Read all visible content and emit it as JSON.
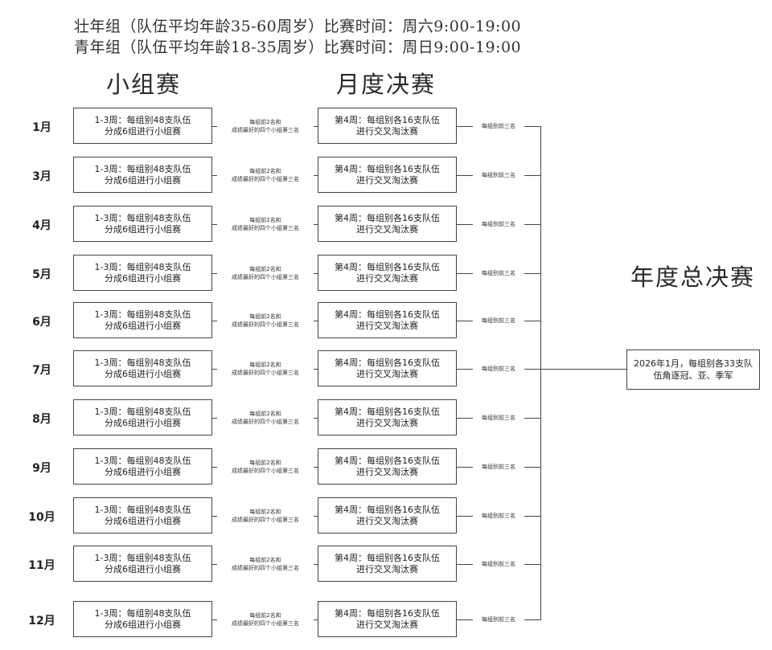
{
  "header": {
    "line1": "壮年组（队伍平均年龄35-60周岁）比赛时间：周六9:00-19:00",
    "line2": "青年组（队伍平均年龄18-35周岁）比赛时间：周日9:00-19:00"
  },
  "columns": {
    "group_stage": "小组赛",
    "monthly_final": "月度决赛",
    "annual_final": "年度总决赛"
  },
  "rows": [
    {
      "month": "1月",
      "group_line1": "1-3周：每组别48支队伍",
      "group_line2": "分成6组进行小组赛",
      "adv_line1": "每组前2名和",
      "adv_line2": "成绩最好的四个小组第三名",
      "final_line1": "第4周：每组别各16支队伍",
      "final_line2": "进行交叉淘汰赛",
      "right_label": "每组别前三名"
    },
    {
      "month": "3月",
      "group_line1": "1-3周：每组别48支队伍",
      "group_line2": "分成6组进行小组赛",
      "adv_line1": "每组前2名和",
      "adv_line2": "成绩最好的四个小组第三名",
      "final_line1": "第4周：每组别各16支队伍",
      "final_line2": "进行交叉淘汰赛",
      "right_label": "每组别前三名"
    },
    {
      "month": "4月",
      "group_line1": "1-3周：每组别48支队伍",
      "group_line2": "分成6组进行小组赛",
      "adv_line1": "每组前2名和",
      "adv_line2": "成绩最好的四个小组第三名",
      "final_line1": "第4周：每组别各16支队伍",
      "final_line2": "进行交叉淘汰赛",
      "right_label": "每组别前三名"
    },
    {
      "month": "5月",
      "group_line1": "1-3周：每组别48支队伍",
      "group_line2": "分成6组进行小组赛",
      "adv_line1": "每组前2名和",
      "adv_line2": "成绩最好的四个小组第三名",
      "final_line1": "第4周：每组别各16支队伍",
      "final_line2": "进行交叉淘汰赛",
      "right_label": "每组别前三名"
    },
    {
      "month": "6月",
      "group_line1": "1-3周：每组别48支队伍",
      "group_line2": "分成6组进行小组赛",
      "adv_line1": "每组前2名和",
      "adv_line2": "成绩最好的四个小组第三名",
      "final_line1": "第4周：每组别各16支队伍",
      "final_line2": "进行交叉淘汰赛",
      "right_label": "每组别前三名"
    },
    {
      "month": "7月",
      "group_line1": "1-3周：每组别48支队伍",
      "group_line2": "分成6组进行小组赛",
      "adv_line1": "每组前2名和",
      "adv_line2": "成绩最好的四个小组第三名",
      "final_line1": "第4周：每组别各16支队伍",
      "final_line2": "进行交叉淘汰赛",
      "right_label": "每组别前三名"
    },
    {
      "month": "8月",
      "group_line1": "1-3周：每组别48支队伍",
      "group_line2": "分成6组进行小组赛",
      "adv_line1": "每组前2名和",
      "adv_line2": "成绩最好的四个小组第三名",
      "final_line1": "第4周：每组别各16支队伍",
      "final_line2": "进行交叉淘汰赛",
      "right_label": "每组别前三名"
    },
    {
      "month": "9月",
      "group_line1": "1-3周：每组别48支队伍",
      "group_line2": "分成6组进行小组赛",
      "adv_line1": "每组前2名和",
      "adv_line2": "成绩最好的四个小组第三名",
      "final_line1": "第4周：每组别各16支队伍",
      "final_line2": "进行交叉淘汰赛",
      "right_label": "每组别前三名"
    },
    {
      "month": "10月",
      "group_line1": "1-3周：每组别48支队伍",
      "group_line2": "分成6组进行小组赛",
      "adv_line1": "每组前2名和",
      "adv_line2": "成绩最好的四个小组第三名",
      "final_line1": "第4周：每组别各16支队伍",
      "final_line2": "进行交叉淘汰赛",
      "right_label": "每组别前三名"
    },
    {
      "month": "11月",
      "group_line1": "1-3周：每组别48支队伍",
      "group_line2": "分成6组进行小组赛",
      "adv_line1": "每组前2名和",
      "adv_line2": "成绩最好的四个小组第三名",
      "final_line1": "第4周：每组别各16支队伍",
      "final_line2": "进行交叉淘汰赛",
      "right_label": "每组别前三名"
    },
    {
      "month": "12月",
      "group_line1": "1-3周：每组别48支队伍",
      "group_line2": "分成6组进行小组赛",
      "adv_line1": "每组前2名和",
      "adv_line2": "成绩最好的四个小组第三名",
      "final_line1": "第4周：每组别各16支队伍",
      "final_line2": "进行交叉淘汰赛",
      "right_label": "每组别前三名"
    }
  ],
  "final_box": {
    "text": "2026年1月，每组别各33支队伍角逐冠、亚、季军"
  }
}
